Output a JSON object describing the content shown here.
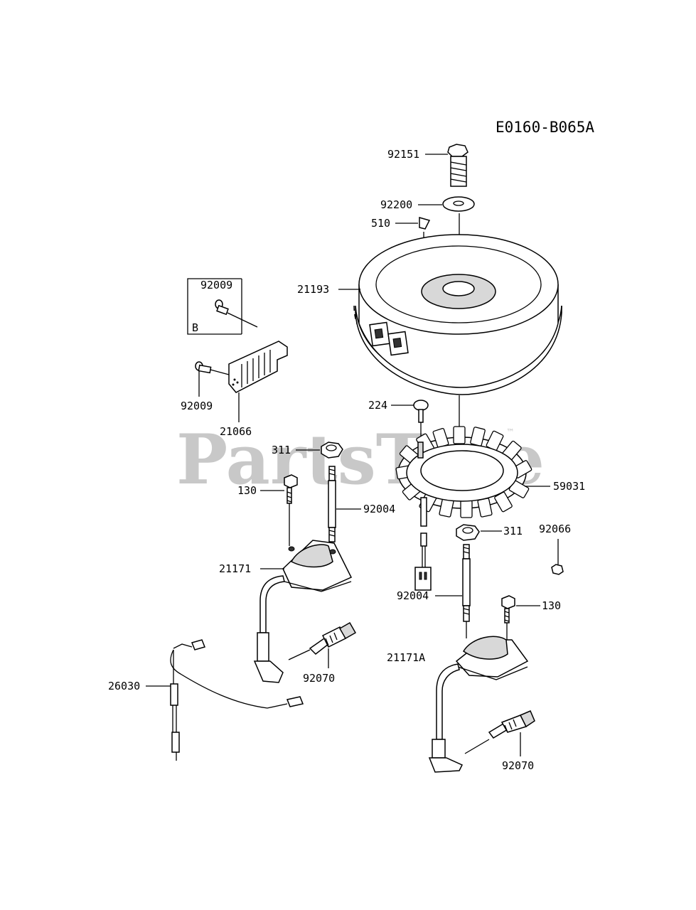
{
  "diagram": {
    "code": "E0160-B065A",
    "watermark": "PartsTree",
    "watermark_tm": "™",
    "group_letter": "B",
    "callouts": {
      "c92151": "92151",
      "c92200": "92200",
      "c510": "510",
      "c21193": "21193",
      "c92009a": "92009",
      "c92009b": "92009",
      "c21066": "21066",
      "c224": "224",
      "c311a": "311",
      "c59031": "59031",
      "c130a": "130",
      "c92004a": "92004",
      "c311b": "311",
      "c92066": "92066",
      "c21171": "21171",
      "c92004b": "92004",
      "c130b": "130",
      "c21171A": "21171A",
      "c92070a": "92070",
      "c26030": "26030",
      "c92070b": "92070"
    }
  }
}
